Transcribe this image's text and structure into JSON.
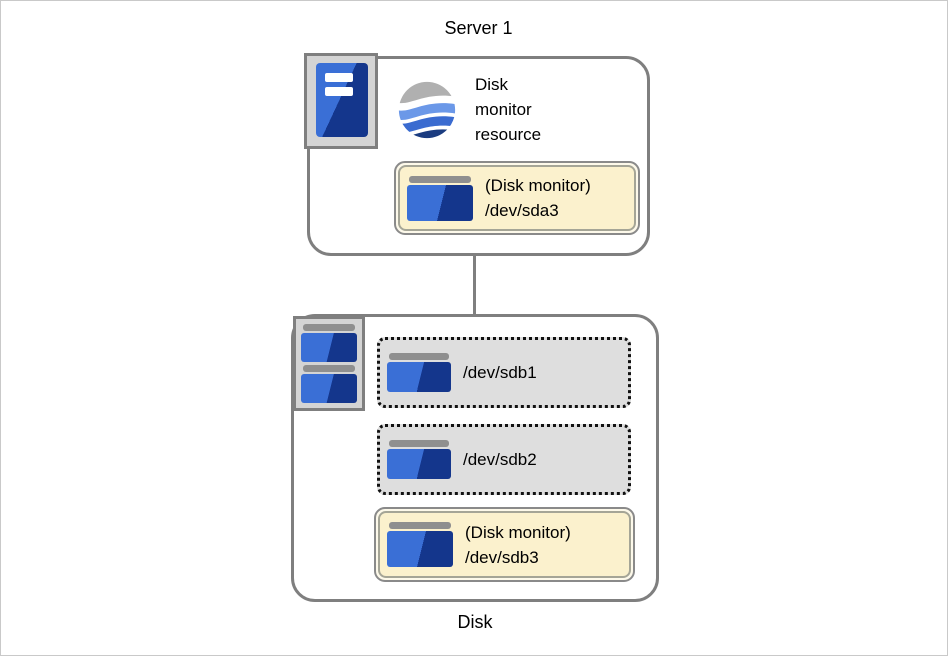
{
  "server": {
    "title": "Server 1",
    "resource_label": "Disk monitor resource",
    "monitor": {
      "prefix": "(Disk monitor)",
      "device": "/dev/sda3"
    }
  },
  "disk": {
    "label": "Disk",
    "partitions": [
      {
        "device": "/dev/sdb1"
      },
      {
        "device": "/dev/sdb2"
      }
    ],
    "monitor": {
      "prefix": "(Disk monitor)",
      "device": "/dev/sdb3"
    }
  },
  "icons": {
    "server_unit": "server-icon",
    "monitor_resource": "disk-monitor-globe-icon",
    "disk_stack": "disk-stack-icon",
    "disk": "disk-icon"
  },
  "colors": {
    "box_border": "#7f7f7f",
    "icon_blue": "#3a6fd6",
    "icon_blue_dark": "#14368c",
    "icon_gray": "#8f8f8f",
    "icon_plate": "#d4d4d4",
    "monitor_fill": "#fbf1cd",
    "partition_fill": "#dedede",
    "dotted_border": "#111111"
  }
}
